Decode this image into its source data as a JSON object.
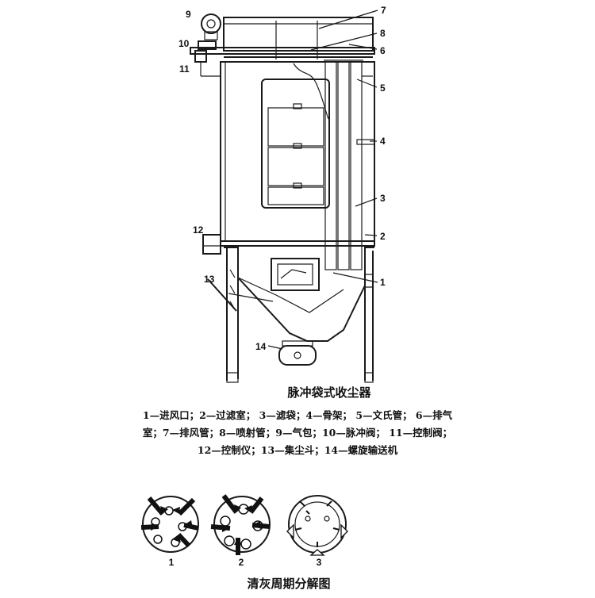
{
  "diagram": {
    "title": "脉冲袋式收尘器",
    "legend_lines": [
      "1—进风口；2—过滤室；  3—滤袋；4—骨架；  5—文氏管；  6—排气",
      "室；7—排风管；8—喷射管；9—气包；10—脉冲阀；  11—控制阀；",
      "12—控制仪；13—集尘斗；14—螺旋输送机"
    ],
    "callouts": [
      "1",
      "2",
      "3",
      "4",
      "5",
      "6",
      "7",
      "8",
      "9",
      "10",
      "11",
      "12",
      "13",
      "14"
    ]
  },
  "cleaning": {
    "title": "清灰周期分解图",
    "stage_labels": [
      "1",
      "2",
      "3"
    ]
  }
}
